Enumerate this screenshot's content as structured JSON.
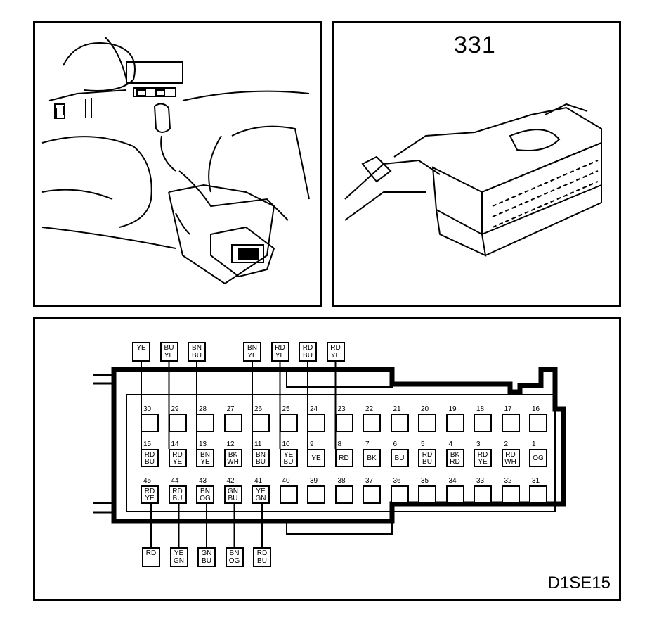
{
  "connector_label": "331",
  "diagram_code": "D1SE15",
  "top_row": [
    {
      "n": "30"
    },
    {
      "n": "29"
    },
    {
      "n": "28"
    },
    {
      "n": "27"
    },
    {
      "n": "26"
    },
    {
      "n": "25"
    },
    {
      "n": "24"
    },
    {
      "n": "23"
    },
    {
      "n": "22"
    },
    {
      "n": "21"
    },
    {
      "n": "20"
    },
    {
      "n": "19"
    },
    {
      "n": "18"
    },
    {
      "n": "17"
    },
    {
      "n": "16"
    }
  ],
  "middle_row": [
    {
      "n": "15",
      "c1": "RD",
      "c2": "BU"
    },
    {
      "n": "14",
      "c1": "RD",
      "c2": "YE"
    },
    {
      "n": "13",
      "c1": "BN",
      "c2": "YE"
    },
    {
      "n": "12",
      "c1": "BK",
      "c2": "WH"
    },
    {
      "n": "11",
      "c1": "BN",
      "c2": "BU"
    },
    {
      "n": "10",
      "c1": "YE",
      "c2": "BU"
    },
    {
      "n": "9",
      "c1": "YE",
      "c2": ""
    },
    {
      "n": "8",
      "c1": "RD",
      "c2": ""
    },
    {
      "n": "7",
      "c1": "BK",
      "c2": ""
    },
    {
      "n": "6",
      "c1": "BU",
      "c2": ""
    },
    {
      "n": "5",
      "c1": "RD",
      "c2": "BU"
    },
    {
      "n": "4",
      "c1": "BK",
      "c2": "RD"
    },
    {
      "n": "3",
      "c1": "RD",
      "c2": "YE"
    },
    {
      "n": "2",
      "c1": "RD",
      "c2": "WH"
    },
    {
      "n": "1",
      "c1": "OG",
      "c2": ""
    }
  ],
  "bottom_row": [
    {
      "n": "45",
      "c1": "RD",
      "c2": "YE"
    },
    {
      "n": "44",
      "c1": "RD",
      "c2": "BU"
    },
    {
      "n": "43",
      "c1": "BN",
      "c2": "OG"
    },
    {
      "n": "42",
      "c1": "GN",
      "c2": "BU"
    },
    {
      "n": "41",
      "c1": "YE",
      "c2": "GN"
    },
    {
      "n": "40"
    },
    {
      "n": "39"
    },
    {
      "n": "38"
    },
    {
      "n": "37"
    },
    {
      "n": "36"
    },
    {
      "n": "35"
    },
    {
      "n": "34"
    },
    {
      "n": "33"
    },
    {
      "n": "32"
    },
    {
      "n": "31"
    }
  ],
  "upper_wire_labels": [
    {
      "c1": "YE",
      "c2": ""
    },
    {
      "c1": "BU",
      "c2": "YE"
    },
    {
      "c1": "BN",
      "c2": "BU"
    },
    {
      "c1": "BN",
      "c2": "YE"
    },
    {
      "c1": "RD",
      "c2": "YE"
    },
    {
      "c1": "RD",
      "c2": "BU"
    },
    {
      "c1": "RD",
      "c2": "YE"
    }
  ],
  "lower_wire_labels": [
    {
      "c1": "RD",
      "c2": ""
    },
    {
      "c1": "YE",
      "c2": "GN"
    },
    {
      "c1": "GN",
      "c2": "BU"
    },
    {
      "c1": "BN",
      "c2": "OG"
    },
    {
      "c1": "RD",
      "c2": "BU"
    }
  ]
}
